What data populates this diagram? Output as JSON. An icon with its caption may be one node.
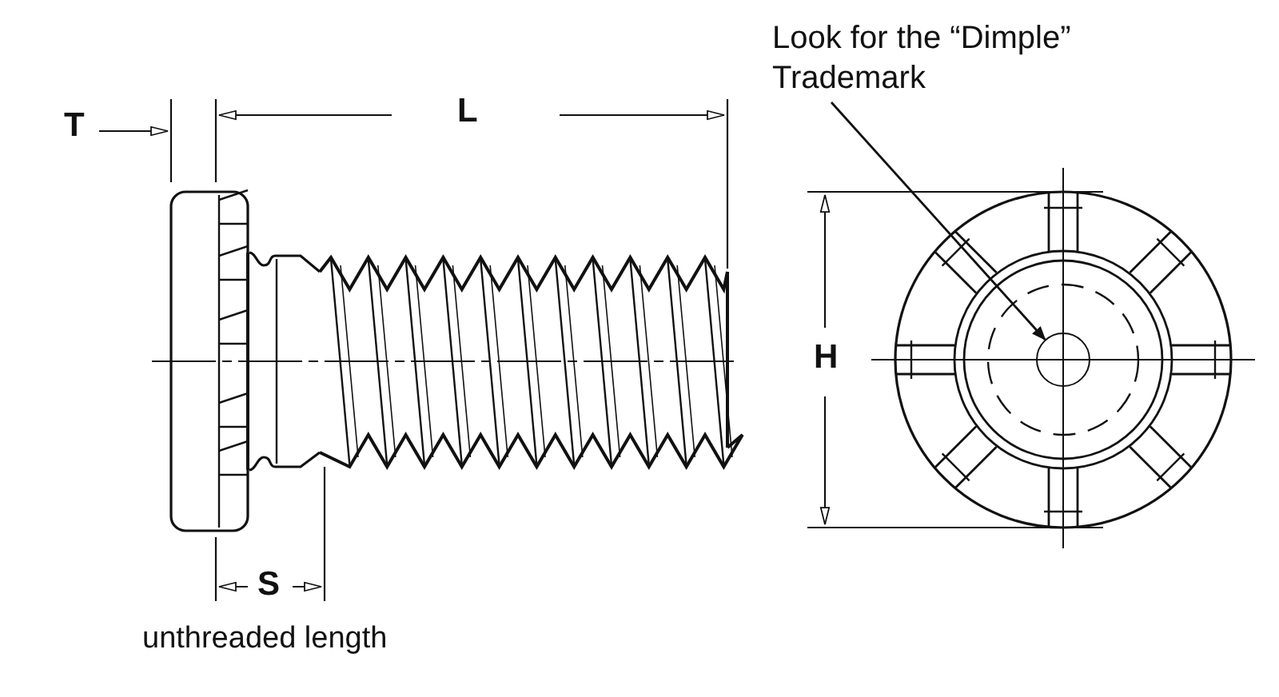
{
  "diagram": {
    "nodes": [
      {
        "text": [
          "Look for the “Dimple” Trademark"
        ]
      },
      {
        "text": [],
        "shape": "circle"
      }
    ],
    "edges": [
      {
        "from": 0,
        "to": 1,
        "arrow": "to"
      }
    ],
    "labels": [
      "T",
      "L",
      "S",
      "unthreaded length",
      "H"
    ]
  }
}
